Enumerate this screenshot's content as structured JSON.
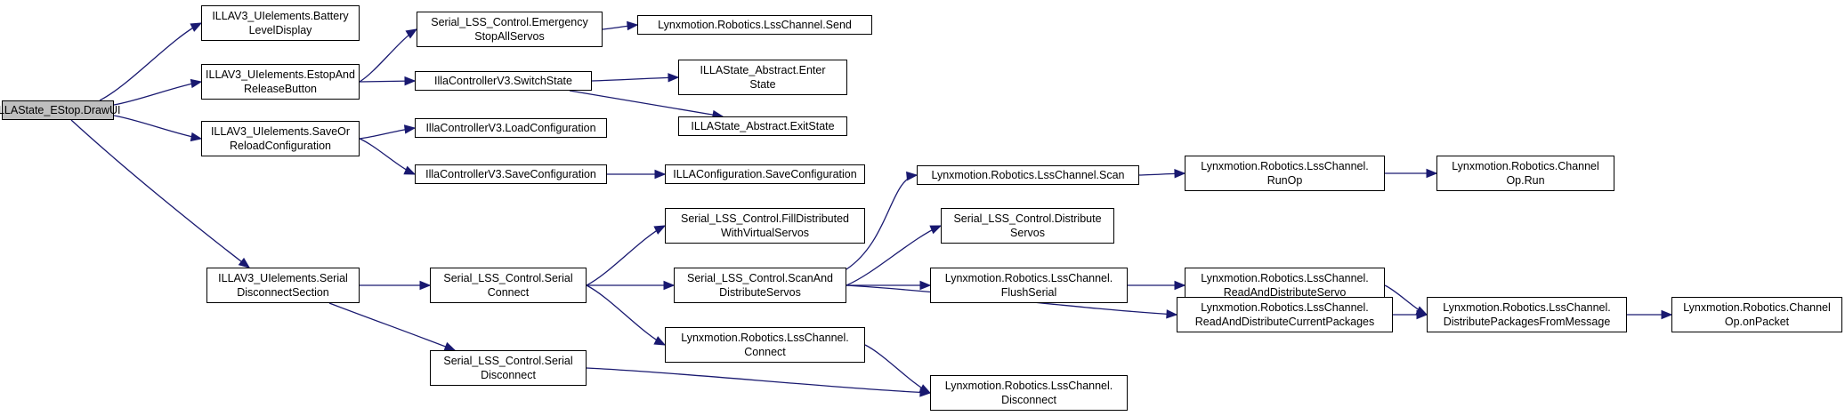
{
  "colors": {
    "edge": "#191970",
    "node_border": "#000000",
    "node_fill": "#ffffff",
    "root_fill": "#bfbfbf"
  },
  "nodes": [
    {
      "id": "root",
      "lines": [
        "ILLAState_EStop.DrawUI"
      ],
      "root": true
    },
    {
      "id": "battery",
      "lines": [
        "ILLAV3_UIelements.Battery",
        "LevelDisplay"
      ]
    },
    {
      "id": "estop_release",
      "lines": [
        "ILLAV3_UIelements.EstopAnd",
        "ReleaseButton"
      ]
    },
    {
      "id": "save_reload",
      "lines": [
        "ILLAV3_UIelements.SaveOr",
        "ReloadConfiguration"
      ]
    },
    {
      "id": "serial_disc_section",
      "lines": [
        "ILLAV3_UIelements.Serial",
        "DisconnectSection"
      ]
    },
    {
      "id": "emergency_stop",
      "lines": [
        "Serial_LSS_Control.Emergency",
        "StopAllServos"
      ]
    },
    {
      "id": "switch_state",
      "lines": [
        "IllaControllerV3.SwitchState"
      ]
    },
    {
      "id": "load_config",
      "lines": [
        "IllaControllerV3.LoadConfiguration"
      ]
    },
    {
      "id": "save_config",
      "lines": [
        "IllaControllerV3.SaveConfiguration"
      ]
    },
    {
      "id": "send",
      "lines": [
        "Lynxmotion.Robotics.LssChannel.Send"
      ]
    },
    {
      "id": "enter_state",
      "lines": [
        "ILLAState_Abstract.Enter",
        "State"
      ]
    },
    {
      "id": "exit_state",
      "lines": [
        "ILLAState_Abstract.ExitState"
      ]
    },
    {
      "id": "illa_save_config",
      "lines": [
        "ILLAConfiguration.SaveConfiguration"
      ]
    },
    {
      "id": "serial_connect",
      "lines": [
        "Serial_LSS_Control.Serial",
        "Connect"
      ]
    },
    {
      "id": "serial_disconnect",
      "lines": [
        "Serial_LSS_Control.Serial",
        "Disconnect"
      ]
    },
    {
      "id": "fill_distributed",
      "lines": [
        "Serial_LSS_Control.FillDistributed",
        "WithVirtualServos"
      ]
    },
    {
      "id": "scan_distribute",
      "lines": [
        "Serial_LSS_Control.ScanAnd",
        "DistributeServos"
      ]
    },
    {
      "id": "lss_connect",
      "lines": [
        "Lynxmotion.Robotics.LssChannel.",
        "Connect"
      ]
    },
    {
      "id": "scan",
      "lines": [
        "Lynxmotion.Robotics.LssChannel.Scan"
      ]
    },
    {
      "id": "distribute_servos",
      "lines": [
        "Serial_LSS_Control.Distribute",
        "Servos"
      ]
    },
    {
      "id": "flush_serial",
      "lines": [
        "Lynxmotion.Robotics.LssChannel.",
        "FlushSerial"
      ]
    },
    {
      "id": "lss_disconnect",
      "lines": [
        "Lynxmotion.Robotics.LssChannel.",
        "Disconnect"
      ]
    },
    {
      "id": "run_op",
      "lines": [
        "Lynxmotion.Robotics.LssChannel.",
        "RunOp"
      ]
    },
    {
      "id": "read_distribute_servo",
      "lines": [
        "Lynxmotion.Robotics.LssChannel.",
        "ReadAndDistributeServo"
      ]
    },
    {
      "id": "read_distribute_current",
      "lines": [
        "Lynxmotion.Robotics.LssChannel.",
        "ReadAndDistributeCurrentPackages"
      ]
    },
    {
      "id": "channel_op_run",
      "lines": [
        "Lynxmotion.Robotics.Channel",
        "Op.Run"
      ]
    },
    {
      "id": "distribute_packages",
      "lines": [
        "Lynxmotion.Robotics.LssChannel.",
        "DistributePackagesFromMessage"
      ]
    },
    {
      "id": "channel_op_onpacket",
      "lines": [
        "Lynxmotion.Robotics.Channel",
        "Op.onPacket"
      ]
    }
  ],
  "edges": [
    {
      "from": "root",
      "to": "battery"
    },
    {
      "from": "root",
      "to": "estop_release"
    },
    {
      "from": "root",
      "to": "save_reload"
    },
    {
      "from": "root",
      "to": "serial_disc_section"
    },
    {
      "from": "estop_release",
      "to": "emergency_stop"
    },
    {
      "from": "estop_release",
      "to": "switch_state"
    },
    {
      "from": "save_reload",
      "to": "load_config"
    },
    {
      "from": "save_reload",
      "to": "save_config"
    },
    {
      "from": "emergency_stop",
      "to": "send"
    },
    {
      "from": "switch_state",
      "to": "enter_state"
    },
    {
      "from": "switch_state",
      "to": "exit_state"
    },
    {
      "from": "save_config",
      "to": "illa_save_config"
    },
    {
      "from": "serial_disc_section",
      "to": "serial_connect"
    },
    {
      "from": "serial_disc_section",
      "to": "serial_disconnect"
    },
    {
      "from": "serial_connect",
      "to": "fill_distributed"
    },
    {
      "from": "serial_connect",
      "to": "scan_distribute"
    },
    {
      "from": "serial_connect",
      "to": "lss_connect"
    },
    {
      "from": "serial_disconnect",
      "to": "lss_disconnect"
    },
    {
      "from": "lss_connect",
      "to": "lss_disconnect"
    },
    {
      "from": "scan_distribute",
      "to": "scan"
    },
    {
      "from": "scan_distribute",
      "to": "distribute_servos"
    },
    {
      "from": "scan_distribute",
      "to": "flush_serial"
    },
    {
      "from": "scan_distribute",
      "to": "read_distribute_current"
    },
    {
      "from": "scan",
      "to": "run_op"
    },
    {
      "from": "run_op",
      "to": "channel_op_run"
    },
    {
      "from": "flush_serial",
      "to": "read_distribute_servo"
    },
    {
      "from": "read_distribute_servo",
      "to": "distribute_packages"
    },
    {
      "from": "read_distribute_current",
      "to": "distribute_packages"
    },
    {
      "from": "distribute_packages",
      "to": "channel_op_onpacket"
    }
  ]
}
